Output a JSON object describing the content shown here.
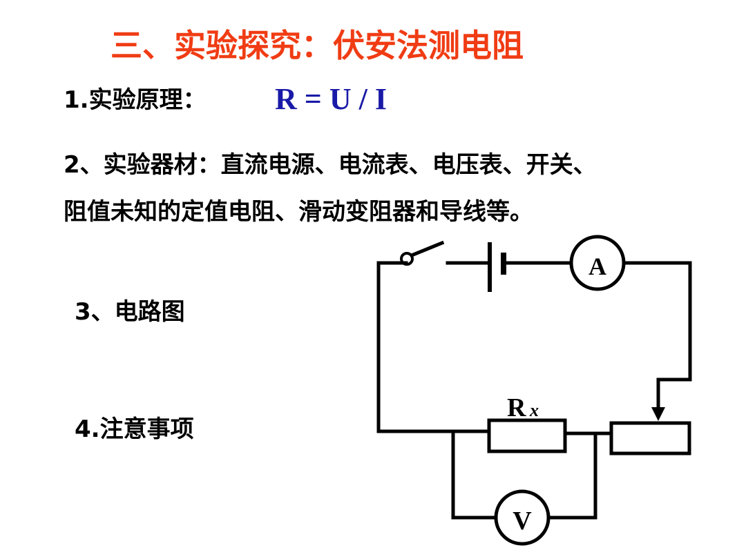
{
  "slide": {
    "title": "三、实验探究：伏安法测电阻",
    "items": [
      {
        "label": "1.实验原理：",
        "formula": "R = U / I"
      },
      {
        "line1": "2、实验器材：直流电源、电流表、电压表、开关、",
        "line2": "阻值未知的定值电阻、滑动变阻器和导线等。"
      },
      {
        "label": "3、电路图"
      },
      {
        "label": "4.注意事项"
      }
    ]
  },
  "circuit": {
    "ammeter_label": "A",
    "voltmeter_label": "V",
    "resistor_label": "R",
    "resistor_subscript": "x"
  },
  "colors": {
    "title": "#f03c14",
    "formula": "#1a1aa8",
    "text": "#000000",
    "wire": "#000000"
  }
}
